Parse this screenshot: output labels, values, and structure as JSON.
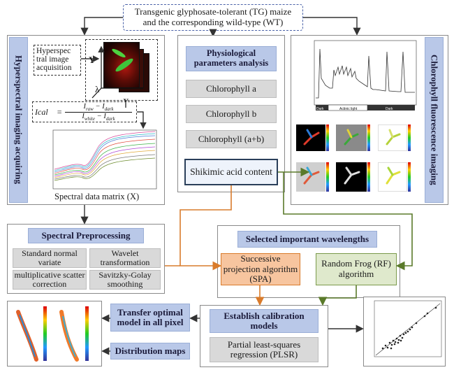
{
  "top": {
    "title_line1": "Transgenic glyphosate-tolerant (TG) maize",
    "title_line2": "and the corresponding wild-type (WT)"
  },
  "hyperspectral": {
    "banner": "Hyperspectral imaging acquiring",
    "acq_label": "Hyperspec tral image acquisition",
    "axis_y": "Y",
    "axis_lambda": "λ",
    "axis_x": "X",
    "formula_lhs": "Ical",
    "formula_num": "I",
    "formula_num_sub1": "raw",
    "formula_minus": "− I",
    "formula_num_sub2": "dark",
    "formula_den": "I",
    "formula_den_sub1": "white",
    "formula_den_sub2": "dark",
    "matrix_label": "Spectral data matrix (X)"
  },
  "physiological": {
    "banner": "Physiological parameters analysis",
    "items": [
      "Chlorophyll a",
      "Chlorophyll b",
      "Chlorophyll (a+b)"
    ],
    "shikimic": "Shikimic acid content"
  },
  "chlorophyll": {
    "banner": "Chlorophyll fluorescence imaging",
    "phase_labels": [
      "Dark",
      "Actinic light",
      "Dark"
    ]
  },
  "preprocess": {
    "banner": "Spectral Preprocessing",
    "items": [
      "Standard normal variate",
      "Wavelet transformation",
      "multiplicative scatter correction",
      "Savitzky-Golay smoothing"
    ]
  },
  "wavelengths": {
    "banner": "Selected important wavelengths",
    "spa": "Successive projection algorithm (SPA)",
    "rf": "Random Frog (RF) algorithm"
  },
  "transfer": {
    "label": "Transfer optimal model in all pixel"
  },
  "distribution": {
    "label": "Distribution maps"
  },
  "calibration": {
    "banner": "Establish calibration models",
    "plsr": "Partial least-squares regression (PLSR)"
  },
  "colors": {
    "banner_bg": "#b9c8e8",
    "arrow_orange": "#d97b2b",
    "arrow_green": "#5a7a2a",
    "spa_bg": "#f7c59f",
    "rf_bg": "#dfe9cc"
  }
}
